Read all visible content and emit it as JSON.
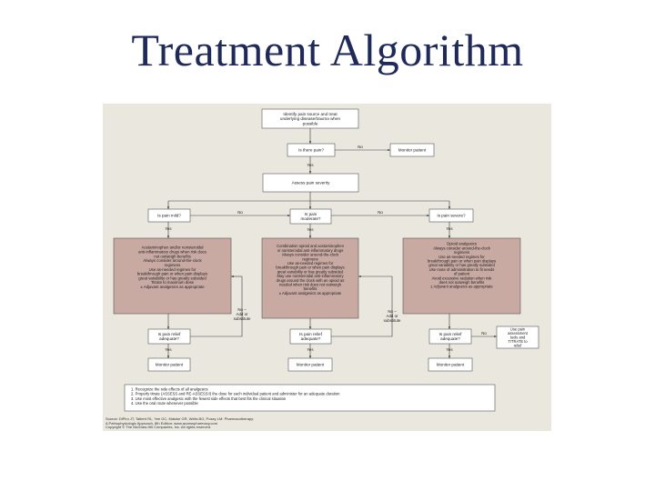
{
  "slide": {
    "title": "Treatment Algorithm"
  },
  "flow": {
    "identify": "Identify pain source and treat|underlying disease/trauma when|possible",
    "is_there_pain": "Is there pain?",
    "monitor": "Monitor patient",
    "assess": "Assess pain severity",
    "mild_q": "Is pain mild?",
    "moderate_q": "Is pain|moderate?",
    "severe_q": "Is pain severe?",
    "yes": "Yes",
    "no": "No",
    "add_sub": "No –|Add or|substitute",
    "relief_q": "Is pain relief|adequate?",
    "use_pain": "Use pain|assessment|tools and|TITRATE to|relief",
    "mild_box": [
      "Acetaminophen and/or nonsteroidal",
      "anti-inflammatory drugs when risk does",
      "not outweigh benefits",
      "",
      "Always consider around-the-clock",
      "regimens",
      "",
      "Use as-needed regimes for",
      "breakthrough pain or when pain displays",
      "great variability or has greatly subsided",
      "",
      "Titrate to maximum dose",
      "",
      "± Adjuvant analgesics as appropriate"
    ],
    "moderate_box": [
      "Combination opioid and acetaminophen",
      "or nonsteroidal anti-inflammatory drugs",
      "",
      "Always consider around-the-clock",
      "regimens",
      "",
      "Use as-needed regimes for",
      "breakthrough pain or when pain displays",
      "great variability or has greatly subsided",
      "",
      "May use nonsteroidal anti-inflammatory",
      "drugs around the clock with an opioid as",
      "needed when risk does not outweigh",
      "benefits",
      "",
      "± Adjuvant analgesics as appropriate"
    ],
    "severe_box": [
      "Opioid analgesics",
      "",
      "Always consider around-the-clock",
      "regimens",
      "",
      "Use as-needed regimes for",
      "breakthrough pain or when pain displays",
      "great variability or has greatly subsided",
      "",
      "Use route of administration to fit needs",
      "of patient",
      "",
      "Avoid excessive sedation when risk",
      "does not outweigh benefits",
      "",
      "± Adjuvant analgesics as appropriate"
    ],
    "notes": [
      "1.  Recognize the side effects of all analgesics",
      "2.  Properly titrate (ASSESS and RE-ASSESS!!) the dose for each individual patient and administer for an adequate duration",
      "3.  Use most effective analgesic with the fewest side effects that best fits the clinical situation",
      "4.  Use the oral route whenever possible"
    ]
  },
  "source": [
    "Source: DiPiro JT, Talbert RL, Yee GC, Matzke GR, Wells BG, Posey LM: Pharmacotherapy:",
    "A Pathophysiologic Approach, 8th Edition: www.accesspharmacy.com",
    "Copyright © The McGraw-Hill Companies, Inc. All rights reserved."
  ],
  "colors": {
    "title": "#1f2a5c",
    "figure_bg": "#eae7df",
    "treatment_box": "#c9aaa2",
    "line": "#3a3a3a"
  }
}
